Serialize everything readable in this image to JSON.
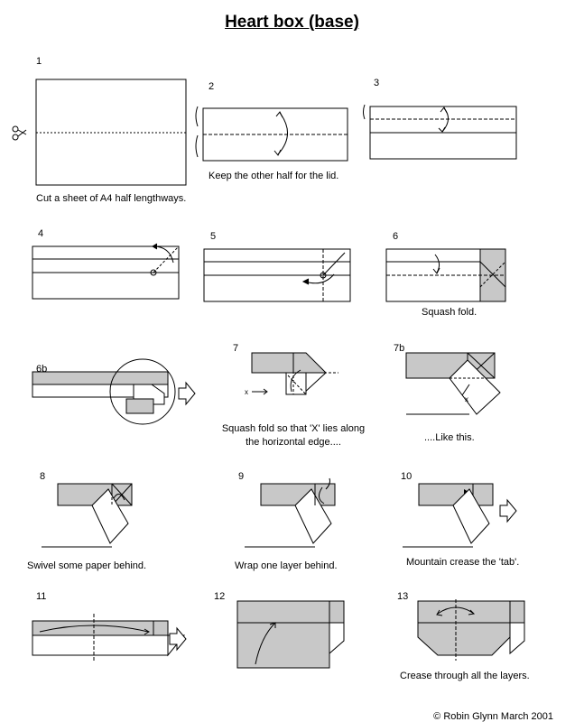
{
  "title": "Heart box (base)",
  "colors": {
    "paper": "#ffffff",
    "shade": "#c8c8c8",
    "line": "#000000"
  },
  "steps": [
    {
      "id": "1",
      "caption": "Cut a sheet of A4 half lengthways."
    },
    {
      "id": "2",
      "caption": "Keep the other half for the lid."
    },
    {
      "id": "3",
      "caption": ""
    },
    {
      "id": "4",
      "caption": ""
    },
    {
      "id": "5",
      "caption": ""
    },
    {
      "id": "6",
      "caption": "Squash fold."
    },
    {
      "id": "6b",
      "caption": ""
    },
    {
      "id": "7",
      "caption_lines": [
        "Squash fold so that 'X' lies along",
        "the horizontal edge...."
      ]
    },
    {
      "id": "7b",
      "caption": "....Like this."
    },
    {
      "id": "8",
      "caption": "Swivel some paper behind."
    },
    {
      "id": "9",
      "caption": "Wrap one layer behind."
    },
    {
      "id": "10",
      "caption": "Mountain crease the 'tab'."
    },
    {
      "id": "11",
      "caption": ""
    },
    {
      "id": "12",
      "caption": ""
    },
    {
      "id": "13",
      "caption": "Crease through all the layers."
    }
  ],
  "markers": {
    "x": "x"
  },
  "icons": [
    "scissors-icon",
    "arrow-right-icon"
  ],
  "footer": "© Robin Glynn March 2001"
}
